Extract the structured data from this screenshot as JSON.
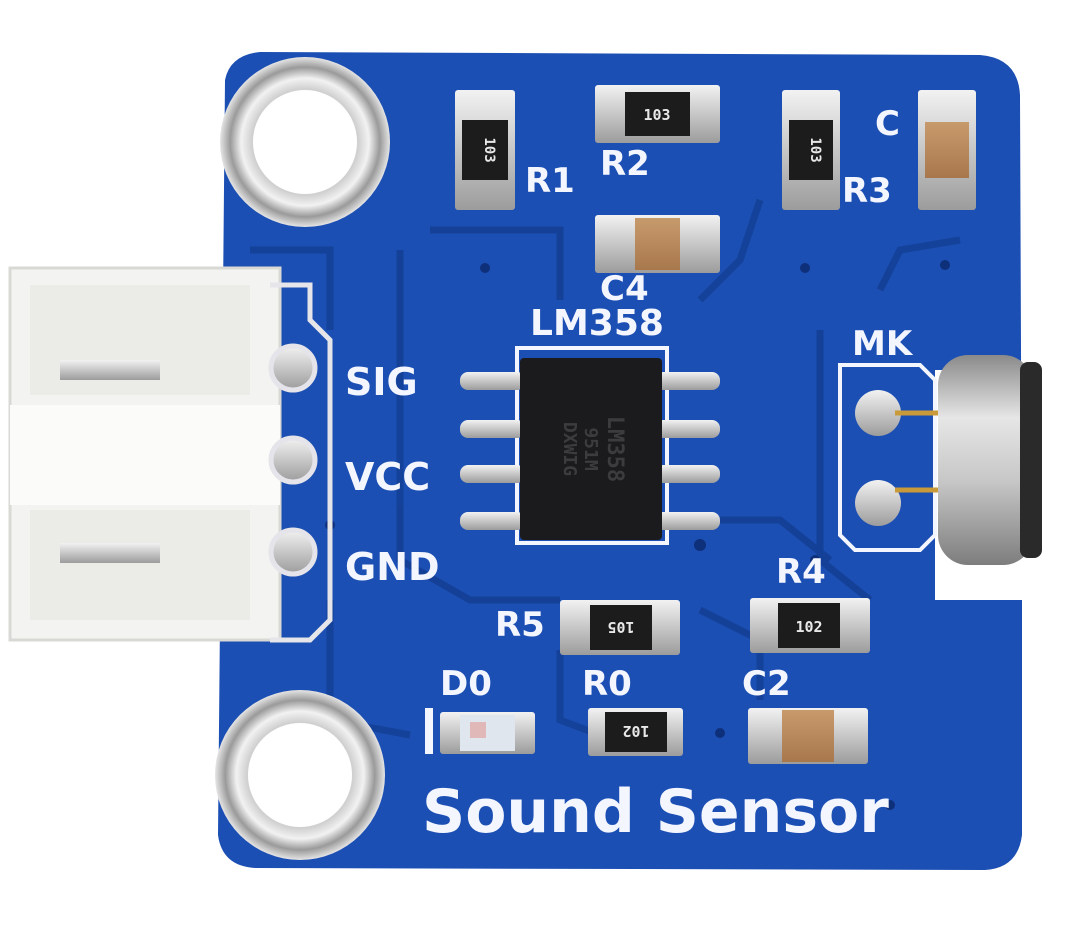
{
  "board": {
    "title": "Sound Sensor",
    "ic_label": "LM358",
    "ic_marking": [
      "LM358",
      "951M",
      "DXWIG"
    ],
    "mic_label": "MK",
    "pins": {
      "sig": "SIG",
      "vcc": "VCC",
      "gnd": "GND"
    },
    "components": {
      "r1": {
        "label": "R1",
        "code": "103"
      },
      "r2": {
        "label": "R2",
        "code": "103"
      },
      "r3": {
        "label": "R3",
        "code": "103"
      },
      "r4": {
        "label": "R4",
        "code": "102"
      },
      "r5": {
        "label": "R5",
        "code": "105"
      },
      "r0": {
        "label": "R0",
        "code": "102"
      },
      "c": {
        "label": "C"
      },
      "c2": {
        "label": "C2"
      },
      "c4": {
        "label": "C4"
      },
      "d0": {
        "label": "D0"
      }
    }
  },
  "colors": {
    "pcb": "#1c4fb3",
    "pcb_dark": "#143f96",
    "silkscreen": "#f4f6ff",
    "connector": "#f3f3f1",
    "chip": "#1b1b1d"
  }
}
